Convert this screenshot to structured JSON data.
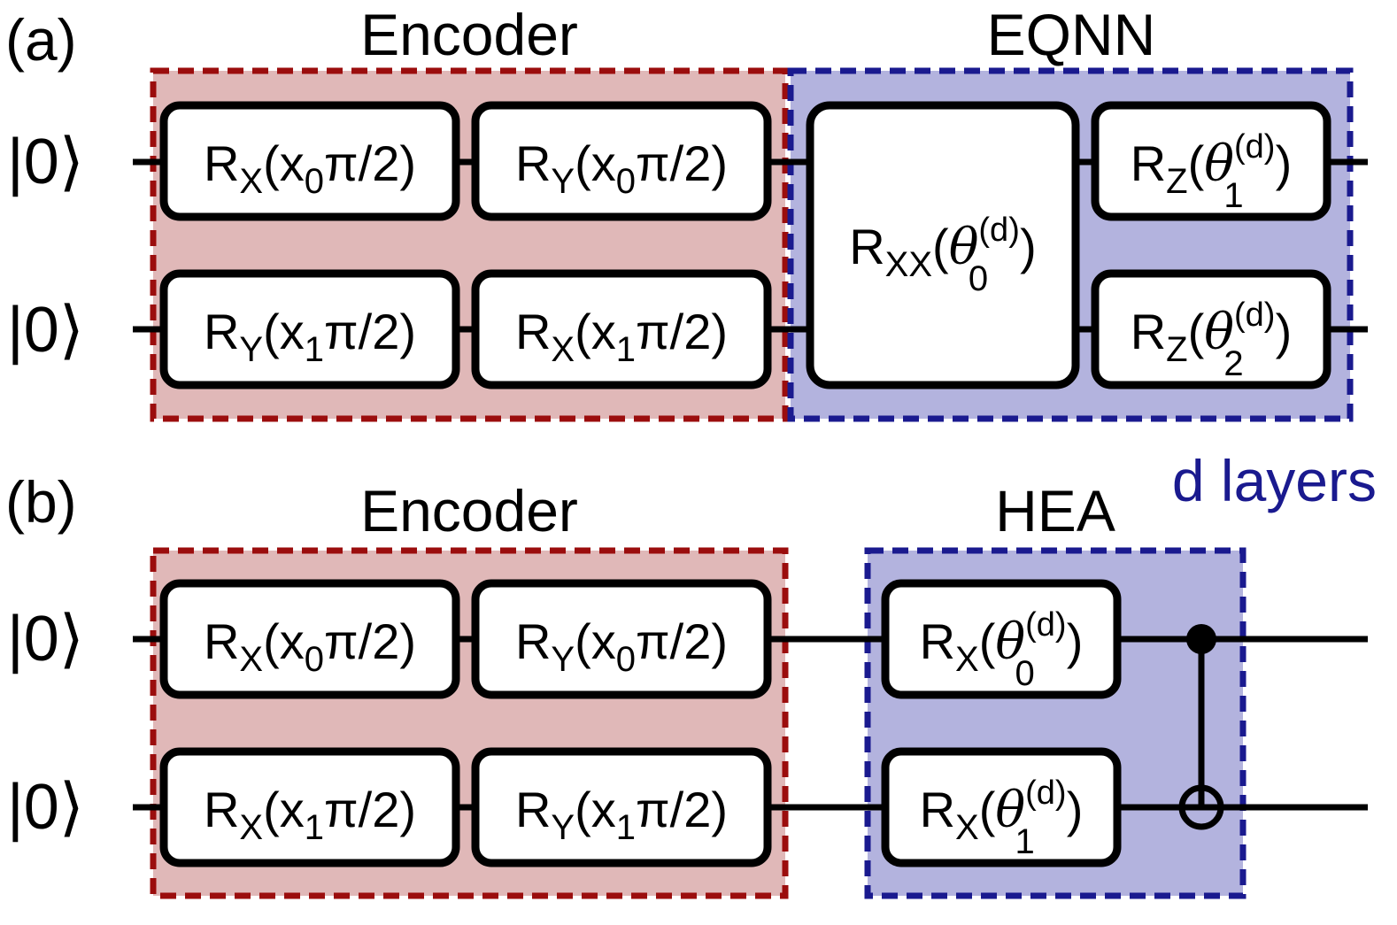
{
  "panels": [
    {
      "label": "(a)",
      "encoder_title": "Encoder",
      "ansatz_title": "EQNN",
      "inputs": [
        "|0⟩",
        "|0⟩"
      ],
      "encoder_gates": [
        {
          "op": "R",
          "axis": "X",
          "arg": "x",
          "idx": "0",
          "tail": "π/2)"
        },
        {
          "op": "R",
          "axis": "Y",
          "arg": "x",
          "idx": "0",
          "tail": "π/2)"
        },
        {
          "op": "R",
          "axis": "Y",
          "arg": "x",
          "idx": "1",
          "tail": "π/2)"
        },
        {
          "op": "R",
          "axis": "X",
          "arg": "x",
          "idx": "1",
          "tail": "π/2)"
        }
      ],
      "ansatz_gates": [
        {
          "op": "R",
          "axis": "XX",
          "param": "θ",
          "sup": "(d)",
          "sub": "0"
        },
        {
          "op": "R",
          "axis": "Z",
          "param": "θ",
          "sup": "(d)",
          "sub": "1"
        },
        {
          "op": "R",
          "axis": "Z",
          "param": "θ",
          "sup": "(d)",
          "sub": "2"
        }
      ]
    },
    {
      "label": "(b)",
      "encoder_title": "Encoder",
      "ansatz_title": "HEA",
      "layers_note": "d layers",
      "inputs": [
        "|0⟩",
        "|0⟩"
      ],
      "encoder_gates": [
        {
          "op": "R",
          "axis": "X",
          "arg": "x",
          "idx": "0",
          "tail": "π/2)"
        },
        {
          "op": "R",
          "axis": "Y",
          "arg": "x",
          "idx": "0",
          "tail": "π/2)"
        },
        {
          "op": "R",
          "axis": "X",
          "arg": "x",
          "idx": "1",
          "tail": "π/2)"
        },
        {
          "op": "R",
          "axis": "Y",
          "arg": "x",
          "idx": "1",
          "tail": "π/2)"
        }
      ],
      "ansatz_gates": [
        {
          "op": "R",
          "axis": "X",
          "param": "θ",
          "sup": "(d)",
          "sub": "0"
        },
        {
          "op": "R",
          "axis": "X",
          "param": "θ",
          "sup": "(d)",
          "sub": "1"
        }
      ],
      "entangler": "CNOT"
    }
  ],
  "colors": {
    "encoder_fill": "#e0b8b8",
    "encoder_border": "#9b0d0d",
    "ansatz_fill": "#b3b3de",
    "ansatz_border": "#1a1a8f",
    "layers_note": "#1a1a8f"
  }
}
